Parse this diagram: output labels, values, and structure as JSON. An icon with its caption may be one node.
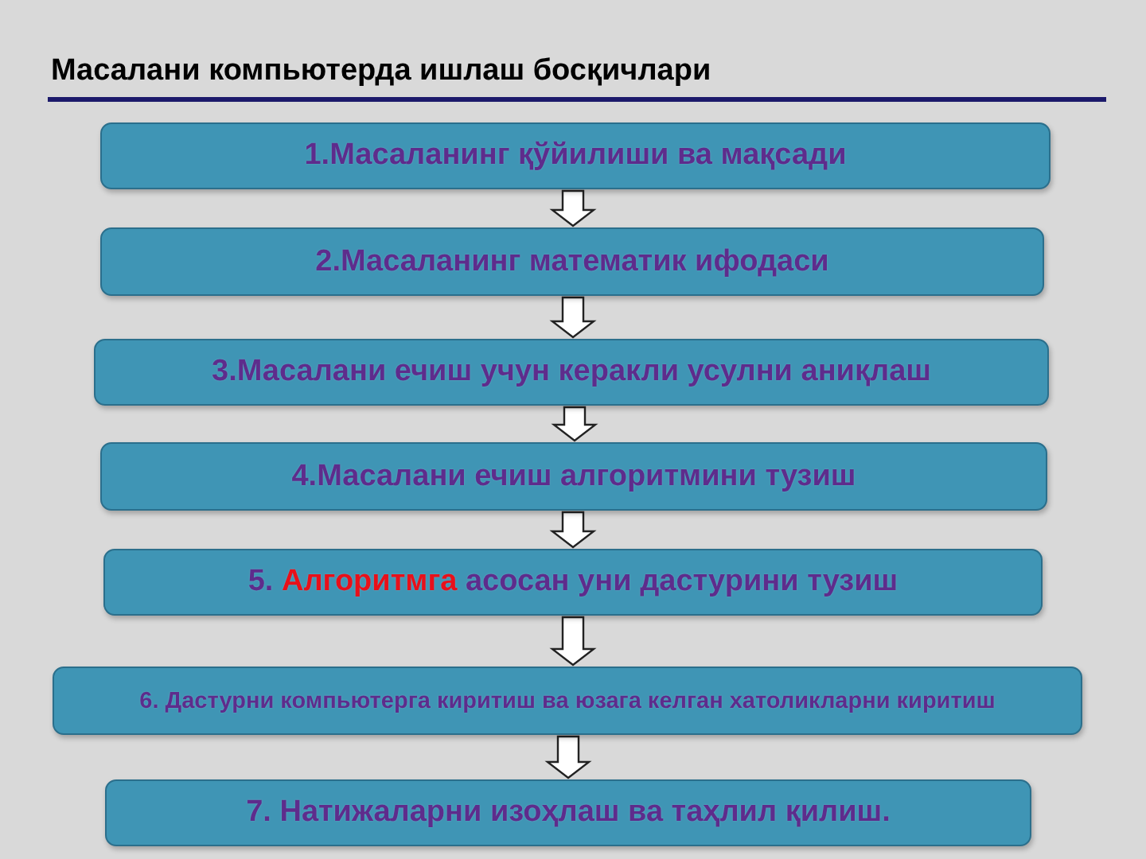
{
  "diagram": {
    "title": "Масалани компьютерда ишлаш босқичлари",
    "nodes": [
      {
        "text": [
          "1.Масаланинг қўйилиши ва мақсади"
        ]
      },
      {
        "text": [
          "2.Масаланинг математик ифодаси"
        ]
      },
      {
        "text": [
          "3.Масалани ечиш учун керакли усулни аниқлаш"
        ]
      },
      {
        "text": [
          "4.Масалани ечиш алгоритмини тузиш"
        ]
      },
      {
        "text": [
          "5. **Алгоритмга** асосан уни дастурини тузиш"
        ]
      },
      {
        "text": [
          "6. Дастурни компьютерга киритиш ва юзага келган хатоликларни киритиш"
        ]
      },
      {
        "text": [
          "7. Натижаларни изоҳлаш ва таҳлил қилиш."
        ]
      }
    ],
    "edges": [
      {
        "from": 0,
        "to": 1,
        "arrow": "to"
      },
      {
        "from": 1,
        "to": 2,
        "arrow": "to"
      },
      {
        "from": 2,
        "to": 3,
        "arrow": "to"
      },
      {
        "from": 3,
        "to": 4,
        "arrow": "to"
      },
      {
        "from": 4,
        "to": 5,
        "arrow": "to"
      },
      {
        "from": 5,
        "to": 6,
        "arrow": "to"
      }
    ]
  }
}
